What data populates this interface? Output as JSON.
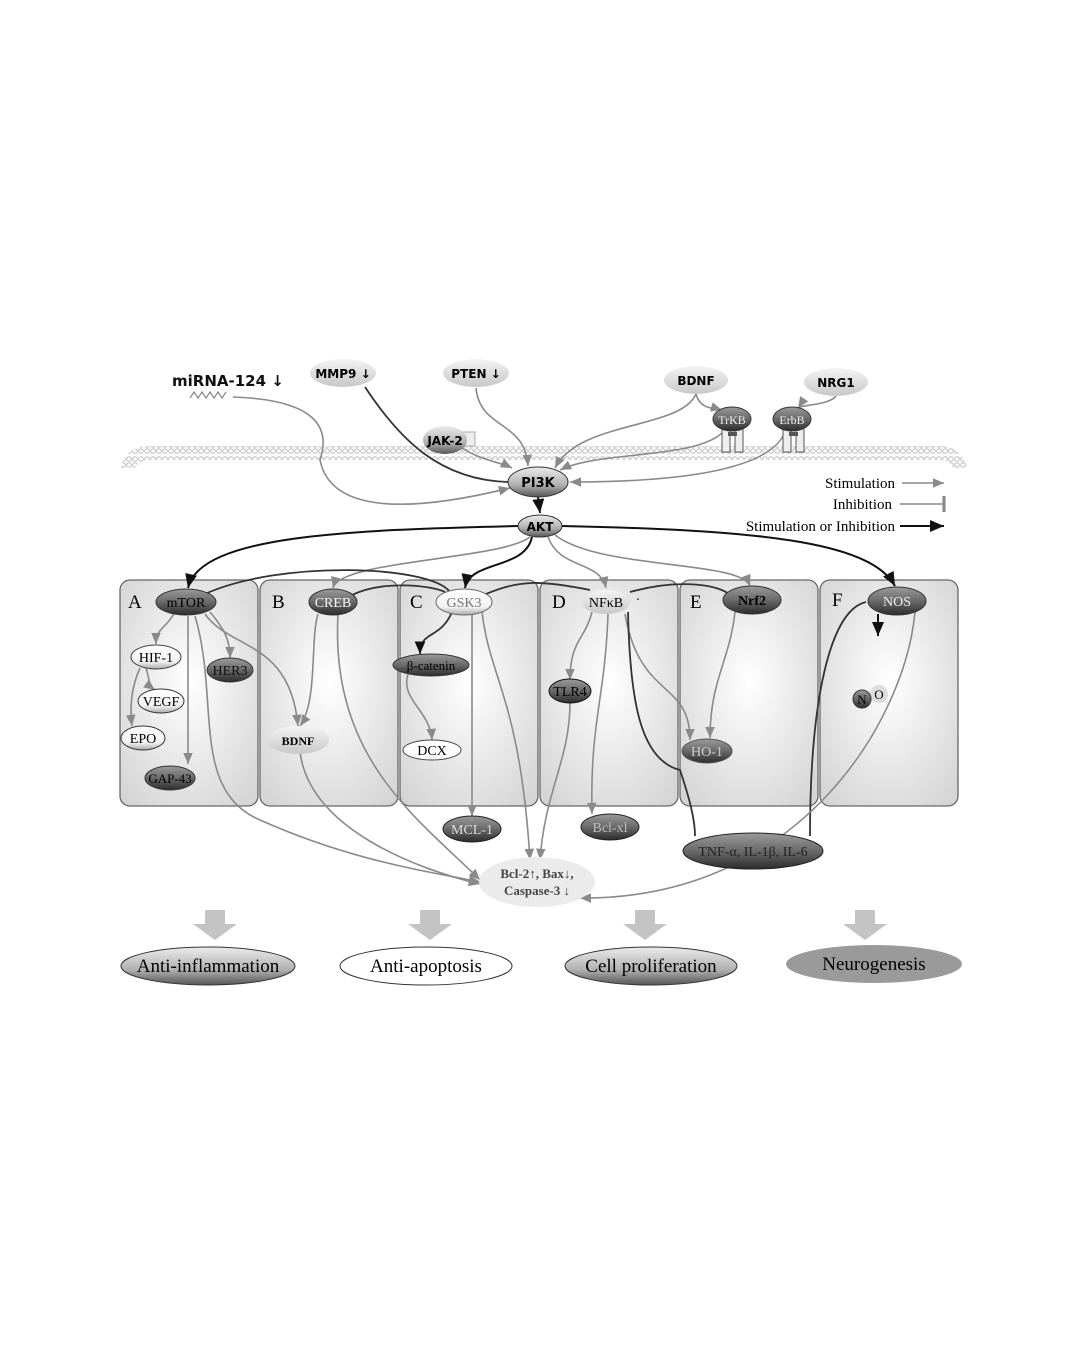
{
  "top": {
    "mirna": "miRNA-124 ↓",
    "mmp9": "MMP9 ↓",
    "pten": "PTEN ↓",
    "bdnf": "BDNF",
    "nrg1": "NRG1",
    "jak2": "JAK-2",
    "trkb": "TrKB",
    "erbb": "ErbB",
    "pi3k": "PI3K",
    "akt": "AKT"
  },
  "legend": {
    "stimulation": "Stimulation",
    "inhibition": "Inhibition",
    "both": "Stimulation or Inhibition"
  },
  "panels": [
    {
      "letter": "A",
      "head": "mTOR",
      "nodes": [
        "HIF-1",
        "HER3",
        "VEGF",
        "EPO",
        "GAP-43"
      ]
    },
    {
      "letter": "B",
      "head": "CREB",
      "nodes": [
        "BDNF"
      ]
    },
    {
      "letter": "C",
      "head": "GSK3",
      "nodes": [
        "β-catenin",
        "DCX"
      ]
    },
    {
      "letter": "D",
      "head": "NFκB",
      "nodes": [
        "TLR4"
      ]
    },
    {
      "letter": "E",
      "head": "Nrf2",
      "nodes": [
        "HO-1"
      ]
    },
    {
      "letter": "F",
      "head": "NOS",
      "nodes": [
        "N",
        "O"
      ]
    }
  ],
  "below": {
    "mcl1": "MCL-1",
    "bclxl": "Bcl-xl",
    "cytokines": "TNF-α, IL-1β, IL-6",
    "bcl2_line1": "Bcl-2↑, Bax↓,",
    "bcl2_line2": "Caspase-3 ↓"
  },
  "outcomes": [
    "Anti-inflammation",
    "Anti-apoptosis",
    "Cell proliferation",
    "Neurogenesis"
  ]
}
